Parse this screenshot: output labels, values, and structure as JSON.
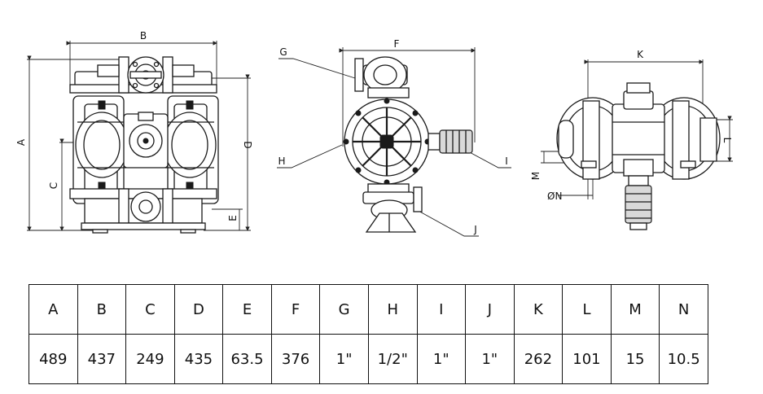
{
  "labels": {
    "A": "A",
    "B": "B",
    "C": "C",
    "D": "D",
    "E": "E",
    "F": "F",
    "G": "G",
    "H": "H",
    "I": "I",
    "J": "J",
    "K": "K",
    "L": "L",
    "M": "M",
    "N": "ØN"
  },
  "table": {
    "headers": [
      "A",
      "B",
      "C",
      "D",
      "E",
      "F",
      "G",
      "H",
      "I",
      "J",
      "K",
      "L",
      "M",
      "N"
    ],
    "values": [
      "489",
      "437",
      "249",
      "435",
      "63.5",
      "376",
      "1\"",
      "1/2\"",
      "1\"",
      "1\"",
      "262",
      "101",
      "15",
      "10.5"
    ]
  }
}
